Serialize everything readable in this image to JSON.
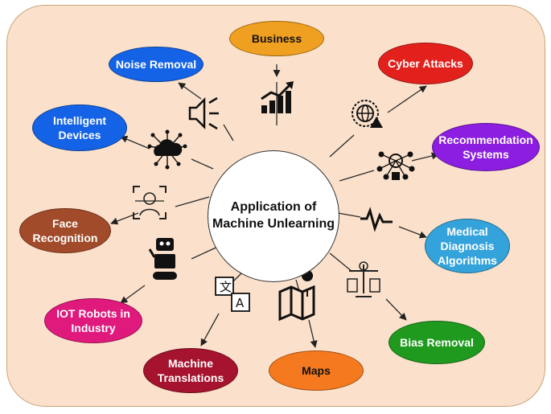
{
  "hub": {
    "label": "Application of\nMachine Unlearning",
    "color": "#ffffff"
  },
  "applications": [
    {
      "id": "business",
      "label": "Business",
      "color": "#f0a020",
      "text_color": "#111111",
      "icon": "growth-chart-icon"
    },
    {
      "id": "cyber-attacks",
      "label": "Cyber Attacks",
      "color": "#e3211c",
      "text_color": "#ffffff",
      "icon": "globe-warning-icon"
    },
    {
      "id": "recommendation-systems",
      "label": "Recommendation\nSystems",
      "color": "#8b1ee0",
      "text_color": "#ffffff",
      "icon": "network-user-icon"
    },
    {
      "id": "medical-diagnosis",
      "label": "Medical\nDiagnosis\nAlgorithms",
      "color": "#35a3db",
      "text_color": "#ffffff",
      "icon": "heartbeat-icon"
    },
    {
      "id": "bias-removal",
      "label": "Bias Removal",
      "color": "#1f9a1f",
      "text_color": "#ffffff",
      "icon": "scales-icon"
    },
    {
      "id": "maps",
      "label": "Maps",
      "color": "#f57a1f",
      "text_color": "#111111",
      "icon": "map-pin-icon"
    },
    {
      "id": "machine-translations",
      "label": "Machine\nTranslations",
      "color": "#a5132e",
      "text_color": "#ffffff",
      "icon": "translate-icon"
    },
    {
      "id": "iot-robots",
      "label": "IOT Robots in\nIndustry",
      "color": "#e0197d",
      "text_color": "#ffffff",
      "icon": "robot-icon"
    },
    {
      "id": "face-recognition",
      "label": "Face\nRecognition",
      "color": "#a24b2a",
      "text_color": "#ffffff",
      "icon": "face-scan-icon"
    },
    {
      "id": "intelligent-devices",
      "label": "Intelligent\nDevices",
      "color": "#1463e6",
      "text_color": "#ffffff",
      "icon": "cloud-circuit-icon"
    },
    {
      "id": "noise-removal",
      "label": "Noise Removal",
      "color": "#1463e6",
      "text_color": "#ffffff",
      "icon": "muted-speaker-icon"
    }
  ]
}
